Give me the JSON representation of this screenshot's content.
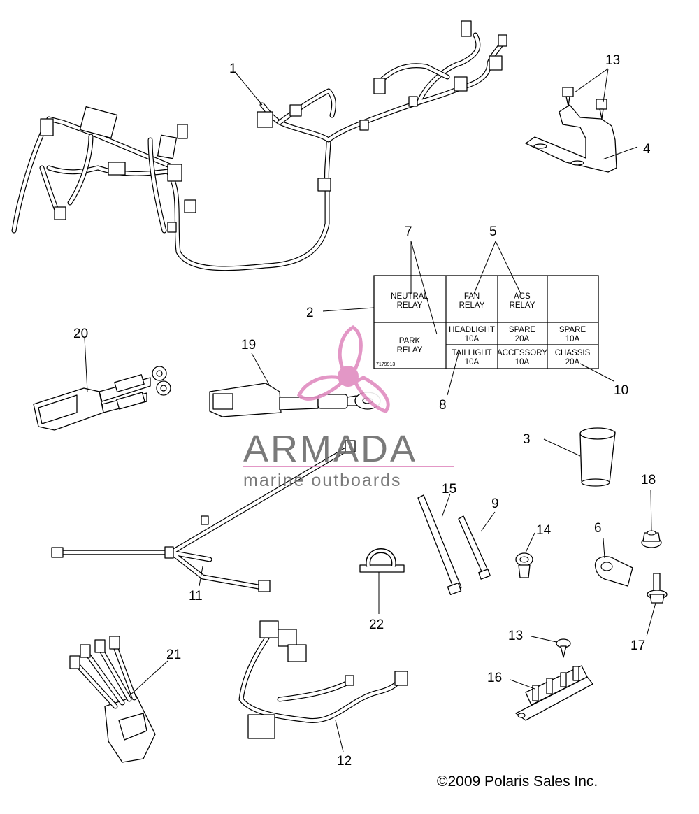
{
  "callouts": [
    "1",
    "2",
    "3",
    "4",
    "5",
    "6",
    "7",
    "8",
    "9",
    "10",
    "11",
    "12",
    "13",
    "13",
    "14",
    "15",
    "16",
    "17",
    "18",
    "19",
    "20",
    "21",
    "22"
  ],
  "fuse_panel": {
    "cells": [
      [
        "NEUTRAL",
        "RELAY"
      ],
      [
        "FAN",
        "RELAY"
      ],
      [
        "ACS",
        "RELAY"
      ],
      [
        "PARK",
        "RELAY"
      ],
      [
        "HEADLIGHT",
        "10A"
      ],
      [
        "SPARE",
        "20A"
      ],
      [
        "SPARE",
        "10A"
      ],
      [
        "TAILLIGHT",
        "10A"
      ],
      [
        "ACCESSORY",
        "10A"
      ],
      [
        "CHASSIS",
        "20A"
      ]
    ],
    "part_number": "7179913"
  },
  "watermark": {
    "brand": "ARMADA",
    "tagline": "marine outboards",
    "accent_color": "#e08cc0"
  },
  "copyright": "©2009 Polaris Sales Inc."
}
